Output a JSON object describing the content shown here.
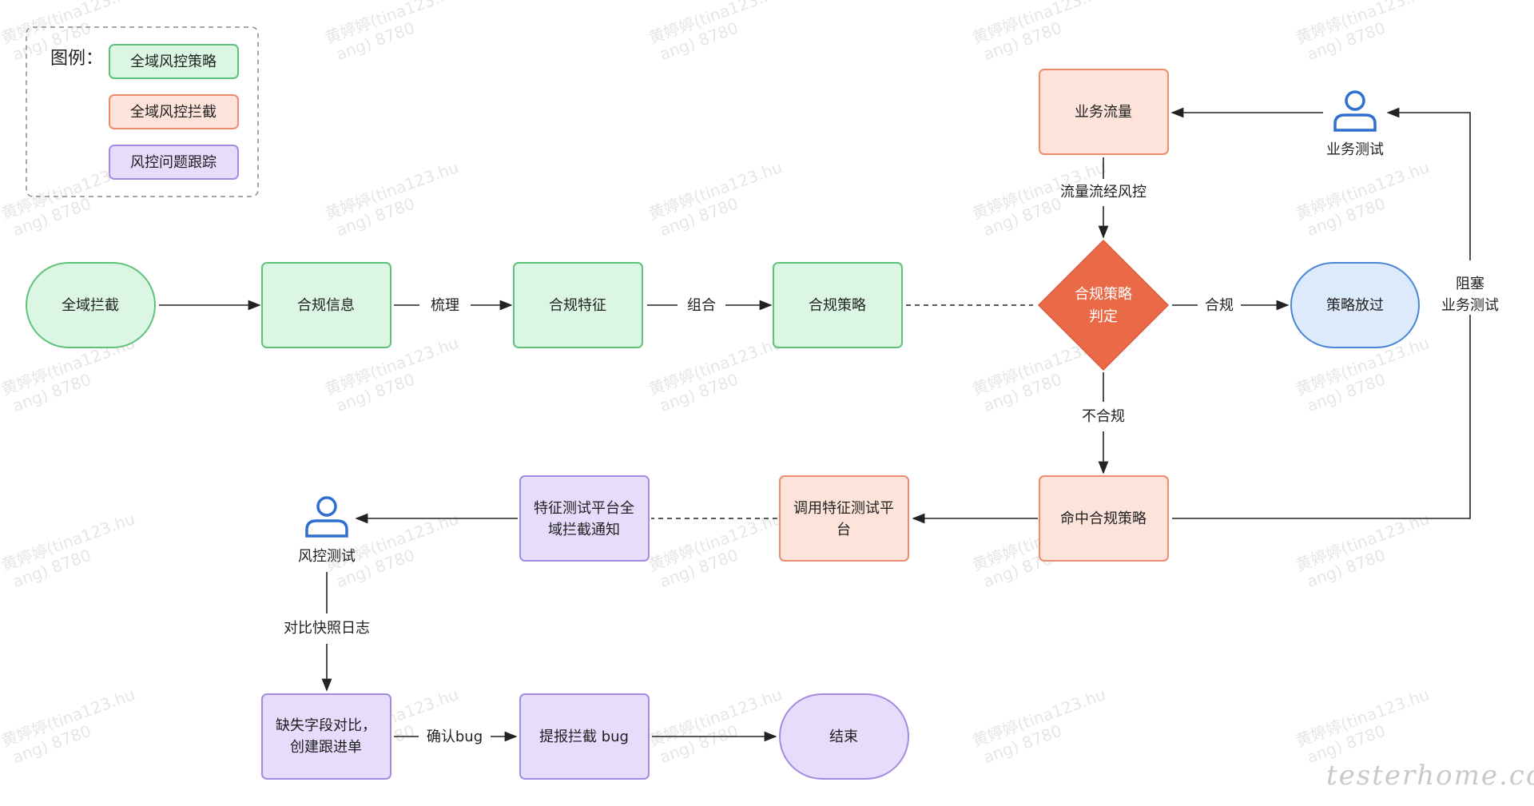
{
  "legend": {
    "title": "图例：",
    "items": [
      {
        "label": "全域风控策略"
      },
      {
        "label": "全域风控拦截"
      },
      {
        "label": "风控问题跟踪"
      }
    ]
  },
  "nodes": {
    "start": "全域拦截",
    "compliance_info": "合规信息",
    "compliance_feature": "合规特征",
    "compliance_strategy": "合规策略",
    "decision": [
      "合规策略",
      "判定"
    ],
    "release": "策略放过",
    "business_traffic": "业务流量",
    "business_test_person": "业务测试",
    "hit_strategy": "命中合规策略",
    "invoke_platform": [
      "调用特征测试平",
      "台"
    ],
    "notify": [
      "特征测试平台全",
      "域拦截通知"
    ],
    "risk_test_person": "风控测试",
    "compare": [
      "缺失字段对比，",
      "创建跟进单"
    ],
    "report_bug": "提报拦截 bug",
    "end": "结束"
  },
  "edges": {
    "sort": "梳理",
    "combine": "组合",
    "traffic_through": "流量流经风控",
    "compliant": "合规",
    "noncompliant": "不合规",
    "block": [
      "阻塞",
      "业务测试"
    ],
    "compare_log": "对比快照日志",
    "confirm_bug": "确认bug"
  },
  "watermark": {
    "line1": "黄婷婷(tina123.hu",
    "line2": "ang) 8780",
    "brand": "testerhome.com"
  },
  "colors": {
    "green_fill": "#dcf6e4",
    "green_stroke": "#5fc27a",
    "orange_fill": "#fde3da",
    "orange_stroke": "#ec8b6e",
    "purple_fill": "#e6dcfb",
    "purple_stroke": "#a48be0",
    "blue_fill": "#dceafb",
    "blue_stroke": "#4a86d6",
    "diamond_fill": "#ea6a48",
    "person": "#2e6fd0",
    "line": "#222222"
  }
}
